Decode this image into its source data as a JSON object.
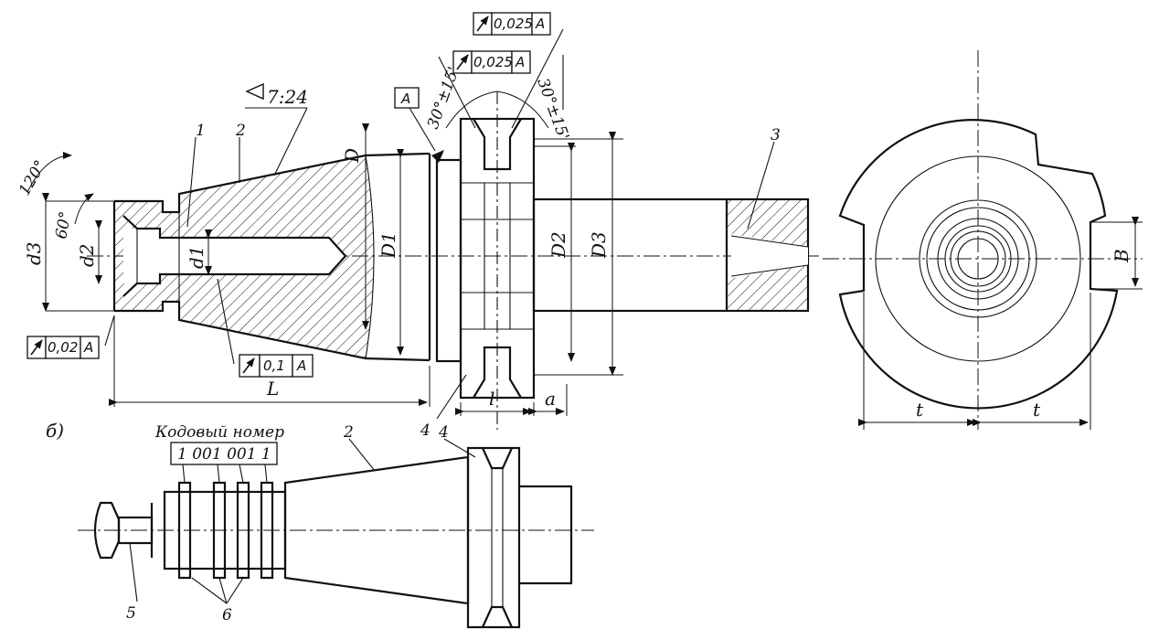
{
  "drawing": {
    "taper": "7:24",
    "position_numbers": [
      "1",
      "2",
      "3",
      "4",
      "5",
      "6"
    ],
    "view_b_label": "б)",
    "code_caption": "Кодовый номер",
    "code_number": "1 001 001 1",
    "angles": {
      "a120": "120°",
      "a60": "60°",
      "a30_left": "30°±15'",
      "a30_right": "30°±15'"
    },
    "dims": {
      "D": "D",
      "D1": "D1",
      "D2": "D2",
      "D3": "D3",
      "d1": "d1",
      "d2": "d2",
      "d3": "d3",
      "L": "L",
      "l": "l",
      "a": "a",
      "t": "t",
      "B": "B"
    },
    "datum": "A",
    "tolerances": [
      {
        "value": "0,025",
        "datum": "A"
      },
      {
        "value": "0,025",
        "datum": "A"
      },
      {
        "value": "0,02",
        "datum": "A"
      },
      {
        "value": "0,1",
        "datum": "A"
      }
    ]
  }
}
